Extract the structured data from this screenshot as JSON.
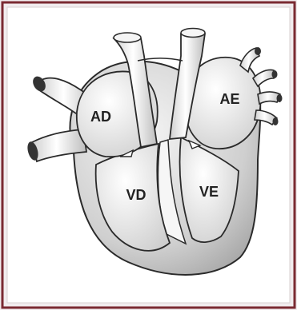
{
  "diagram": {
    "labels": {
      "right_atrium": "AD",
      "left_atrium": "AE",
      "right_ventricle": "VD",
      "left_ventricle": "VE"
    },
    "colors": {
      "outer_border": "#7a2a32",
      "panel": "#ffffff",
      "muscle_fill": "#cfcfcf",
      "chamber_fill": "#ececec",
      "vessel_fill": "#f3f3f3",
      "outline": "#2a2a2a",
      "vessel_opening": "#333333"
    }
  }
}
